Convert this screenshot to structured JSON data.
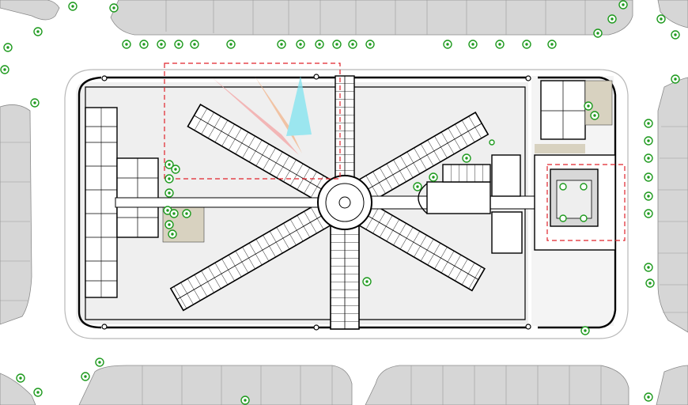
{
  "plan": {
    "colors": {
      "background": "#ffffff",
      "block": "#d3d3d3",
      "block_edge": "#8a8a8a",
      "yard": "#f1f1f1",
      "wall": "#000000",
      "wing_fill": "#ffffff",
      "cell_wall": "#222222",
      "tree": "#1e9a1e",
      "garden": "#d8d2c0",
      "highlight_frame": "#e0232b",
      "view_cone_1": "#f4a3a3",
      "view_cone_2": "#f2b58c",
      "view_cone_3": "#7fe3f0"
    },
    "layers": {
      "street_blocks": "street-block",
      "perimeter_wall": "perimeter-wall",
      "radial_wings": "radial-wing",
      "central_rotunda": "central-rotunda",
      "trees": "tree-icon",
      "highlight_frames": "highlight-frame",
      "view_cones": "view-cone"
    }
  }
}
